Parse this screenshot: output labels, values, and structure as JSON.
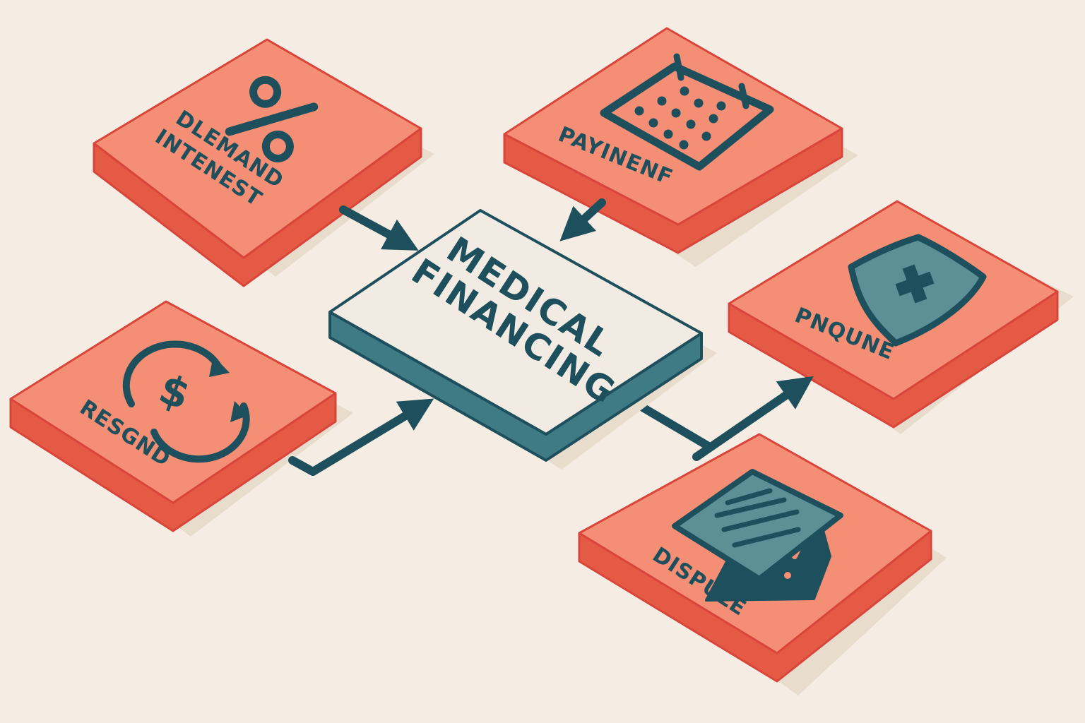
{
  "colors": {
    "background": "#f5ede3",
    "tile_top": "#f48e74",
    "tile_side": "#e45a45",
    "tile_edge": "#d9453a",
    "ink": "#1d4f5c",
    "icon_fill": "#5c8f96",
    "center_top": "#f1ebe4",
    "center_side": "#3f7b85"
  },
  "center": {
    "title_line1": "MEDICAL",
    "title_line2": "FINANCING"
  },
  "tiles": {
    "interest": {
      "line1": "DLEMAND",
      "line2": "INTENEST",
      "icon": "percent-icon"
    },
    "payment": {
      "label": "PAYINENF",
      "icon": "calendar-icon"
    },
    "insurance": {
      "label": "PNQUNE",
      "icon": "shield-cross-icon"
    },
    "refund": {
      "label": "RESGND",
      "icon": "dollar-cycle-icon"
    },
    "dispute": {
      "label": "DISPULE",
      "icon": "document-alert-icon"
    }
  }
}
